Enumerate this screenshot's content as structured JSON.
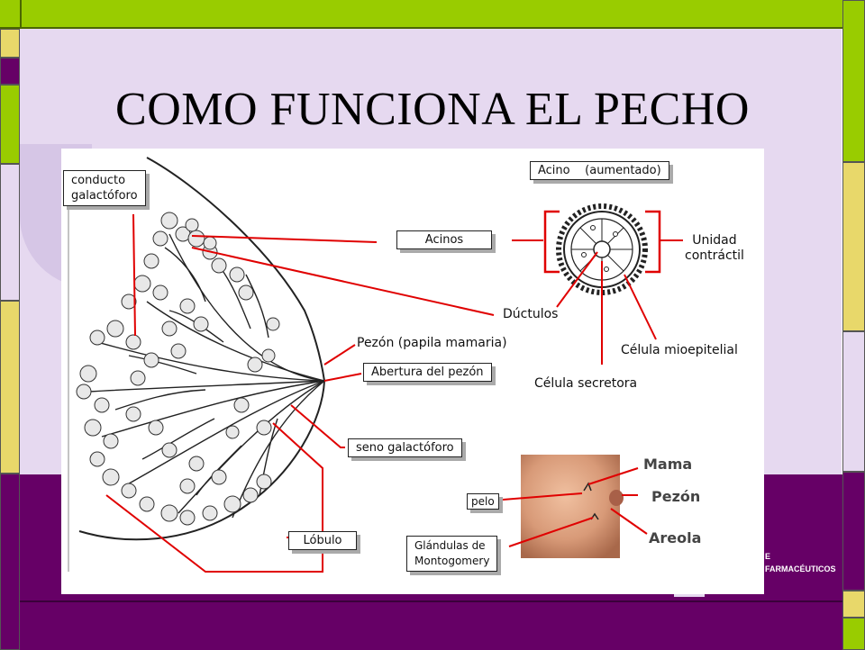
{
  "slide": {
    "title": "COMO FUNCIONA EL PECHO",
    "footer_line1": "E",
    "footer_line2": "FARMACÉUTICOS"
  },
  "diagram": {
    "labels": {
      "conducto": "conducto\ngalactóforo",
      "acino_aumentado_1": "Acino",
      "acino_aumentado_2": "(aumentado)",
      "acinos": "Acinos",
      "unidad": "Unidad\ncontráctil",
      "ductulos": "Dúctulos",
      "pezon_papila": "Pezón (papila mamaria)",
      "abertura": "Abertura del pezón",
      "celula_mio": "Célula mioepitelial",
      "celula_sec": "Célula secretora",
      "seno": "seno galactóforo",
      "mama": "Mama",
      "pelo": "pelo",
      "pezon": "Pezón",
      "glandulas": "Glándulas de\nMontogomery",
      "areola": "Areola",
      "lobulo": "Lóbulo"
    }
  },
  "colors": {
    "purple": "#660066",
    "lavender": "#e6d9f0",
    "green": "#99cc00",
    "yellow": "#e8d86a",
    "red": "#e00000"
  }
}
